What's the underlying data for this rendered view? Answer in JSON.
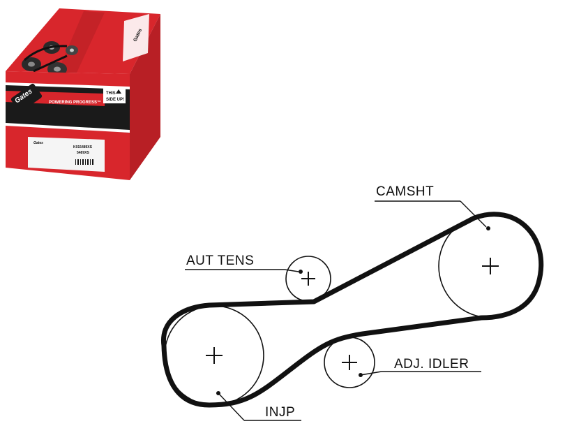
{
  "product_box": {
    "brand": "Gates",
    "slogan": "POWERING PROGRESS™",
    "orientation_line1": "THIS",
    "orientation_line2": "SIDE UP!",
    "label_code1": "K015489XS",
    "label_code2": "5489XS",
    "colors": {
      "red": "#d8262c",
      "dark_red": "#9b1a1e",
      "black": "#1a1a1a"
    }
  },
  "diagram": {
    "labels": {
      "camshaft": "CAMSHT",
      "auto_tensioner": "AUT TENS",
      "adjusting_idler": "ADJ. IDLER",
      "injection_pump": "INJP"
    }
  }
}
